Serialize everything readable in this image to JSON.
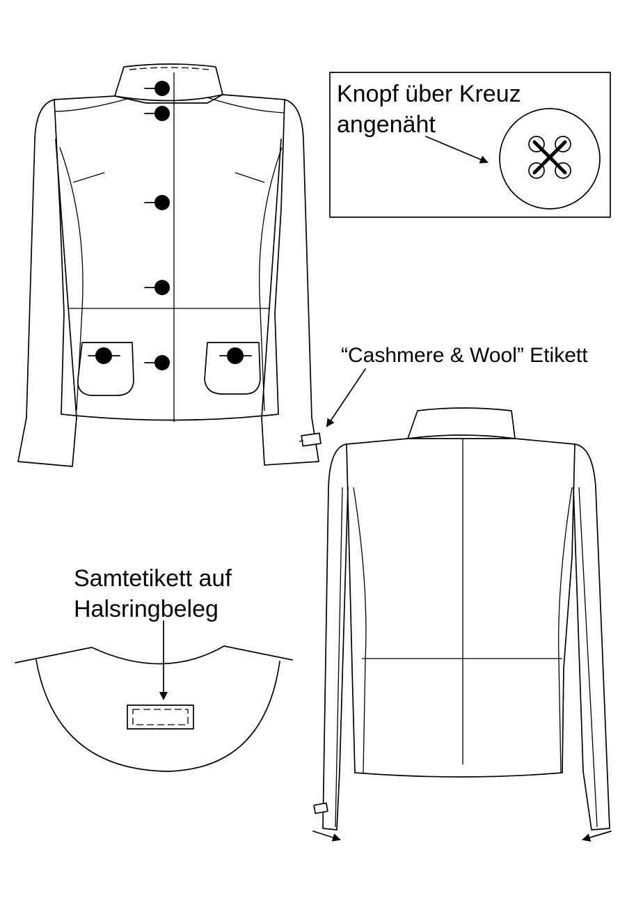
{
  "labels": {
    "button_note_line1": "Knopf über Kreuz",
    "button_note_line2": "angenäht",
    "cashmere_label": "“Cashmere & Wool” Etikett",
    "velvet_label_line1": "Samtetikett auf",
    "velvet_label_line2": "Halsringbeleg"
  },
  "icons": {
    "button": "four-hole-button-cross-stitch-icon",
    "arrow": "arrow-head-icon"
  },
  "colors": {
    "line": "#000000",
    "background": "#ffffff"
  }
}
